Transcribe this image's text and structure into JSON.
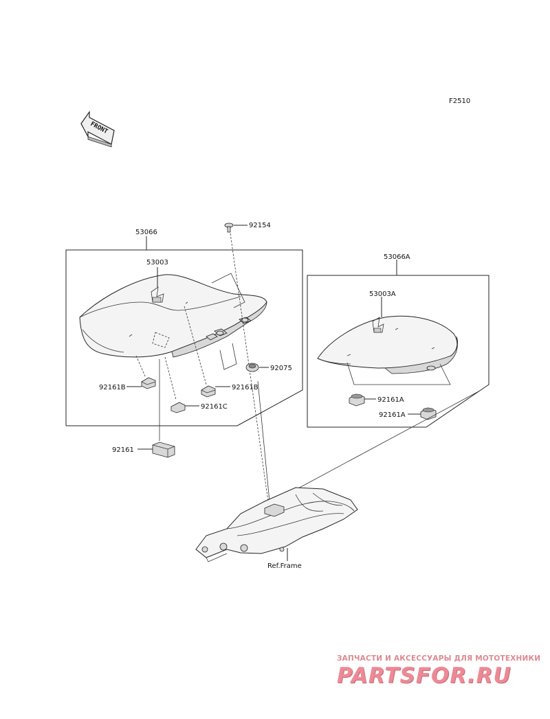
{
  "figure_code": "F2510",
  "front_label": "FRONT",
  "labels": {
    "seat_assy": "53066",
    "seat_pan": "53003",
    "bolt": "92154",
    "grommet": "92075",
    "damper_b_left": "92161B",
    "damper_b_right": "92161B",
    "damper_c": "92161C",
    "damper": "92161",
    "seat_assy_a": "53066A",
    "seat_pan_a": "53003A",
    "damper_a_1": "92161A",
    "damper_a_2": "92161A",
    "frame": "Ref.Frame"
  },
  "watermark": {
    "subtitle": "ЗАПЧАСТИ И АКСЕССУАРЫ ДЛЯ МОТОТЕХНИКИ",
    "brand": "PARTSFOR.RU"
  }
}
